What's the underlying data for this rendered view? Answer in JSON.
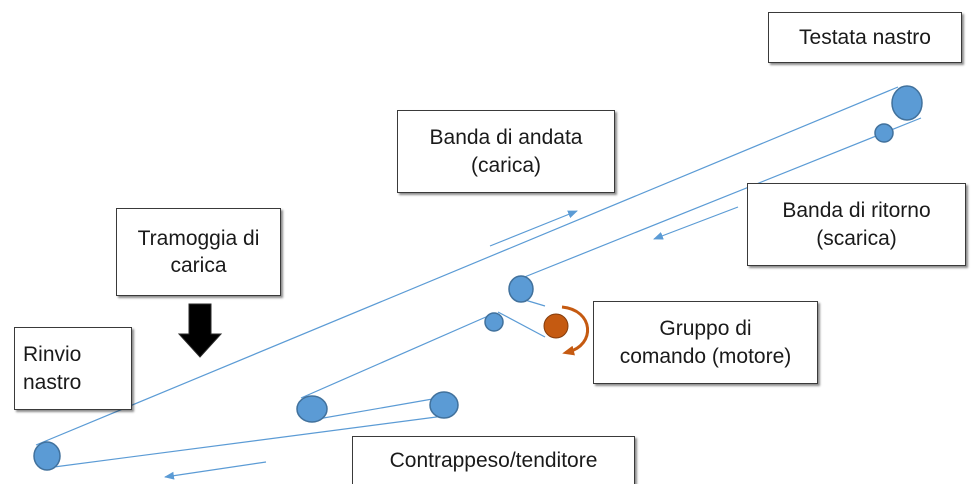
{
  "labels": {
    "head": "Testata nastro",
    "carry_band": "Banda di andata\n(carica)",
    "return_band": "Banda di ritorno\n(scarica)",
    "hopper": "Tramoggia di\ncarica",
    "tail": "Rinvio\nnastro",
    "drive": "Gruppo di\ncomando (motore)",
    "counterweight": "Contrappeso/tenditore"
  },
  "colors": {
    "belt": "#5b9bd5",
    "pulley": "#5b9bd5",
    "pulley_stroke": "#41719c",
    "motor": "#c55a11",
    "arrow": "#000000"
  }
}
